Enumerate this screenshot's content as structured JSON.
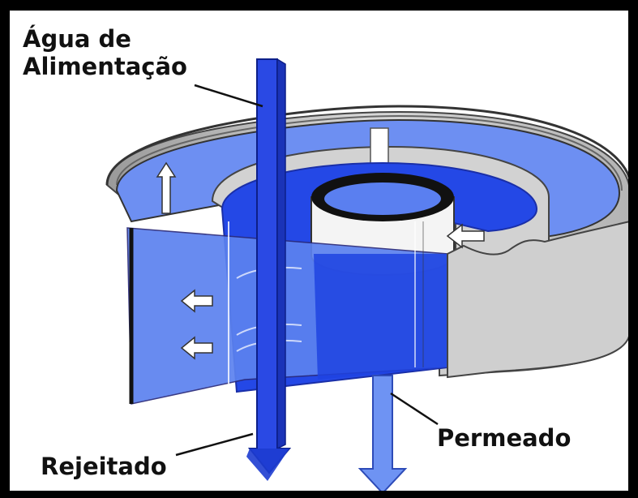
{
  "labels": {
    "feed_line1": "Água de",
    "feed_line2": "Alimentação",
    "permeate": "Permeado",
    "reject": "Rejeitado"
  },
  "colors": {
    "frame": "#000000",
    "water_light": "#6d8ff2",
    "water_dark": "#1d3fe0",
    "housing_gray": "#c8c8c8",
    "permeate_arrow": "#6e93f3"
  }
}
